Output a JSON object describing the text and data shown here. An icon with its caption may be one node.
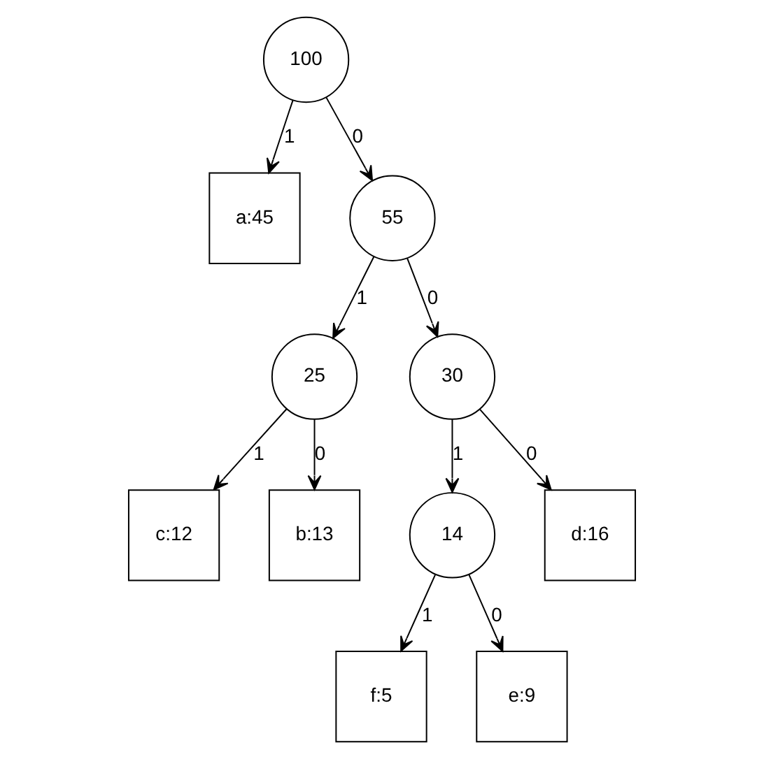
{
  "diagram": {
    "nodes": [
      {
        "text": [
          "100"
        ]
      },
      {
        "text": [
          "a:45"
        ]
      },
      {
        "text": [
          "55"
        ]
      },
      {
        "text": [
          "25"
        ]
      },
      {
        "text": [
          "30"
        ]
      },
      {
        "text": [
          "c:12"
        ]
      },
      {
        "text": [
          "b:13"
        ]
      },
      {
        "text": [
          "14"
        ]
      },
      {
        "text": [
          "d:16"
        ]
      },
      {
        "text": [
          "f:5"
        ]
      },
      {
        "text": [
          "e:9"
        ]
      }
    ],
    "edges": [
      {
        "from": 0,
        "to": 1,
        "arrow": "to",
        "label": "1"
      },
      {
        "from": 0,
        "to": 2,
        "arrow": "to",
        "label": "0"
      },
      {
        "from": 2,
        "to": 3,
        "arrow": "to",
        "label": "1"
      },
      {
        "from": 2,
        "to": 4,
        "arrow": "to",
        "label": "0"
      },
      {
        "from": 3,
        "to": 5,
        "arrow": "to",
        "label": "1"
      },
      {
        "from": 3,
        "to": 6,
        "arrow": "to",
        "label": "0"
      },
      {
        "from": 4,
        "to": 7,
        "arrow": "to",
        "label": "1"
      },
      {
        "from": 4,
        "to": 8,
        "arrow": "to",
        "label": "0"
      },
      {
        "from": 7,
        "to": 9,
        "arrow": "to",
        "label": "1"
      },
      {
        "from": 7,
        "to": 10,
        "arrow": "to",
        "label": "0"
      }
    ]
  }
}
